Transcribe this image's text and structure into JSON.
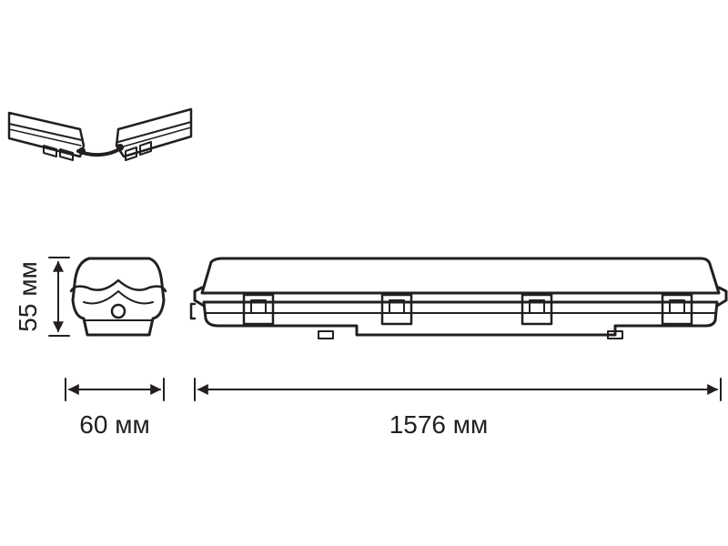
{
  "dimensions": {
    "height_label": "55 мм",
    "width_label": "60 мм",
    "length_label": "1576 мм"
  },
  "colors": {
    "line": "#231f20",
    "body_fill": "#ffffff",
    "inner_fill": "#f2f2f2"
  }
}
